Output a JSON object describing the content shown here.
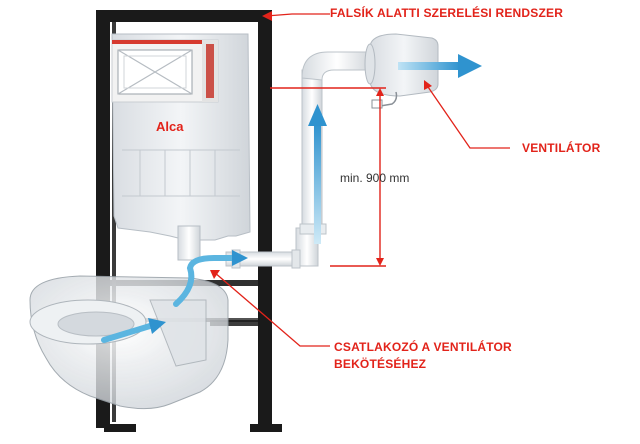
{
  "labels": {
    "top": "FALSÍK ALATTI SZERELÉSI RENDSZER",
    "fan": "VENTILÁTOR",
    "connector_line1": "CSATLAKOZÓ A VENTILÁTOR",
    "connector_line2": "BEKÖTÉSÉHEZ",
    "dimension": "min. 900 mm"
  },
  "brand": "Alca",
  "colors": {
    "callout": "#e2231a",
    "frame": "#1a1a1a",
    "airflow": "#3aa3d8",
    "pipe": "#f4f6f8"
  }
}
